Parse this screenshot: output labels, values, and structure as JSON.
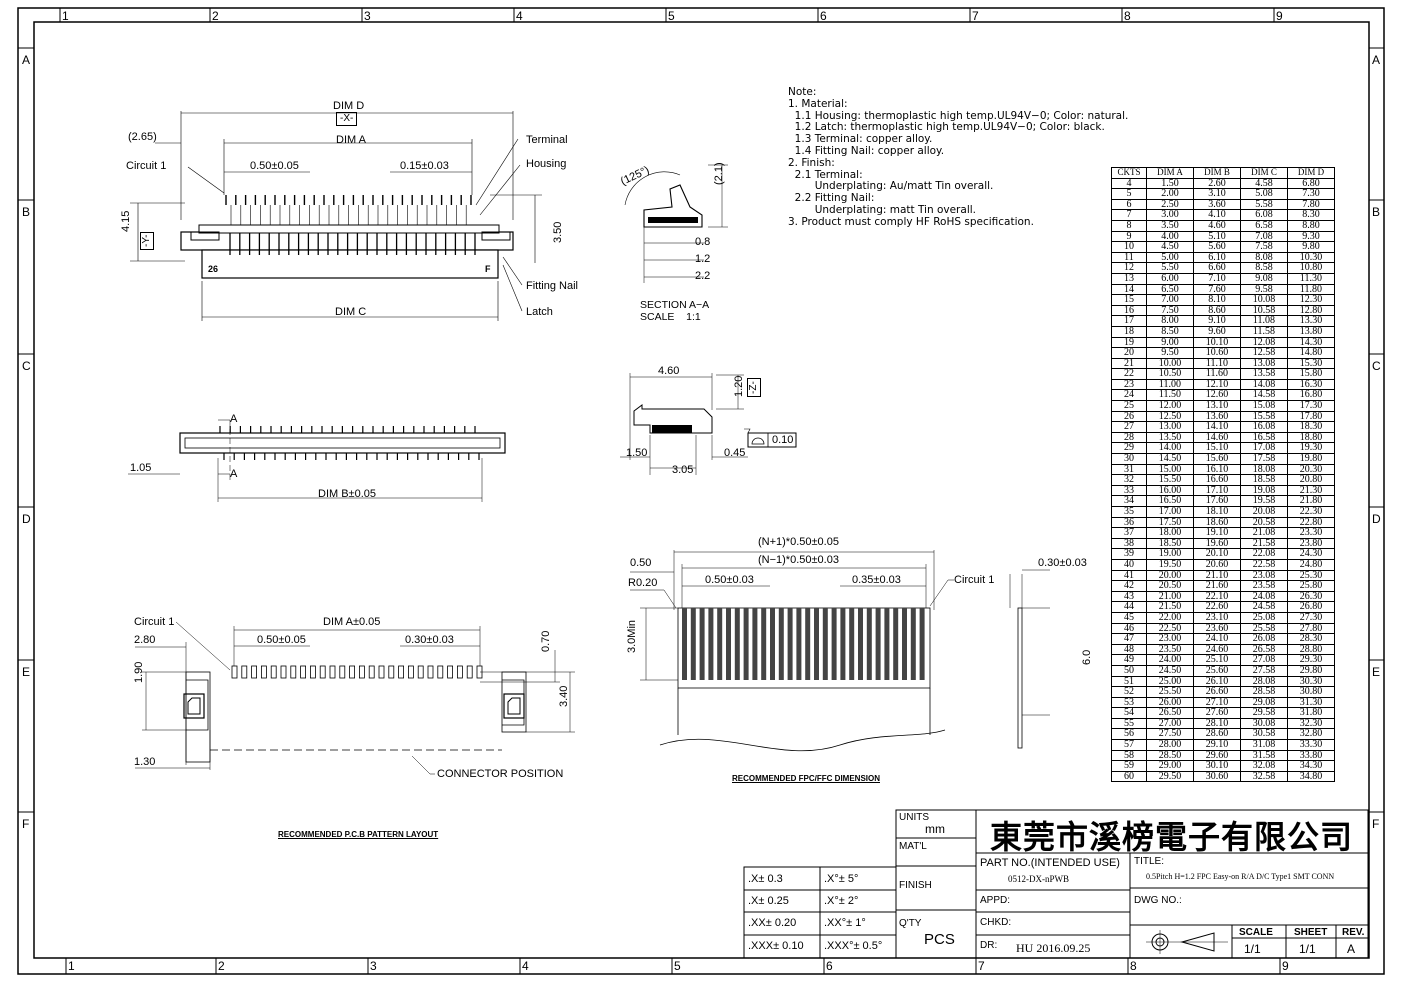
{
  "border": {
    "top_numbers": [
      "1",
      "2",
      "3",
      "4",
      "5",
      "6",
      "7",
      "8",
      "9"
    ],
    "bottom_numbers": [
      "1",
      "2",
      "3",
      "4",
      "5",
      "6",
      "7",
      "8",
      "9"
    ],
    "side_letters": [
      "A",
      "B",
      "C",
      "D",
      "E",
      "F"
    ]
  },
  "views": {
    "front": {
      "dim_d": "DIM D",
      "datum_x": "-X-",
      "dim_a": "DIM A",
      "offset": "(2.65)",
      "circuit1": "Circuit 1",
      "pitch": "0.50±0.05",
      "width": "0.15±0.03",
      "terminal": "Terminal",
      "housing": "Housing",
      "h415": "4.15",
      "datum_y": "-Y-",
      "h350": "3.50",
      "pin_26": "26",
      "pin_f": "F",
      "fitting_nail": "Fitting Nail",
      "latch": "Latch",
      "dim_c": "DIM C"
    },
    "section": {
      "angle": "(125°)",
      "h21": "(2.1)",
      "d08": "0.8",
      "d12": "1.2",
      "d22": "2.2",
      "title": "SECTION A−A",
      "scale": "SCALE    1:1"
    },
    "bottom": {
      "a_label": "A",
      "d105": "1.05",
      "dim_b": "DIM B±0.05"
    },
    "side": {
      "w460": "4.60",
      "h120": "1.20",
      "datum_z": "-Z-",
      "flat": "0.10",
      "d150": "1.50",
      "d045": "0.45",
      "d305": "3.05"
    },
    "pcb": {
      "circuit1": "Circuit 1",
      "dim_a": "DIM A±0.05",
      "d280": "2.80",
      "pitch": "0.50±0.05",
      "width": "0.30±0.03",
      "h070": "0.70",
      "h190": "1.90",
      "h340": "3.40",
      "d130": "1.30",
      "connector_position": "CONNECTOR POSITION",
      "title": "RECOMMENDED P.C.B PATTERN LAYOUT"
    },
    "fpc": {
      "n1plus": "(N+1)*0.50±0.05",
      "n1minus": "(N−1)*0.50±0.03",
      "d050": "0.50",
      "r020": "R0.20",
      "pitch": "0.50±0.03",
      "width": "0.35±0.03",
      "circuit1": "Circuit 1",
      "h30min": "3.0Min",
      "thick": "0.30±0.03",
      "h60": "6.0",
      "title": "RECOMMENDED FPC/FFC DIMENSION"
    }
  },
  "notes": [
    "Note:",
    "1. Material:",
    "  1.1 Housing: thermoplastic high temp.UL94V−0; Color: natural.",
    "  1.2 Latch: thermoplastic high temp.UL94V−0; Color: black.",
    "  1.3 Terminal: copper alloy.",
    "  1.4 Fitting Nail: copper alloy.",
    "2. Finish:",
    "  2.1 Terminal:",
    "        Underplating: Au/matt Tin overall.",
    "  2.2 Fitting Nail:",
    "        Underplating: matt Tin overall.",
    "3. Product must comply HF RoHS specification."
  ],
  "dim_table": {
    "headers": [
      "CKTS",
      "DIM A",
      "DIM B",
      "DIM C",
      "DIM D"
    ],
    "rows": [
      [
        "4",
        "1.50",
        "2.60",
        "4.58",
        "6.80"
      ],
      [
        "5",
        "2.00",
        "3.10",
        "5.08",
        "7.30"
      ],
      [
        "6",
        "2.50",
        "3.60",
        "5.58",
        "7.80"
      ],
      [
        "7",
        "3.00",
        "4.10",
        "6.08",
        "8.30"
      ],
      [
        "8",
        "3.50",
        "4.60",
        "6.58",
        "8.80"
      ],
      [
        "9",
        "4.00",
        "5.10",
        "7.08",
        "9.30"
      ],
      [
        "10",
        "4.50",
        "5.60",
        "7.58",
        "9.80"
      ],
      [
        "11",
        "5.00",
        "6.10",
        "8.08",
        "10.30"
      ],
      [
        "12",
        "5.50",
        "6.60",
        "8.58",
        "10.80"
      ],
      [
        "13",
        "6.00",
        "7.10",
        "9.08",
        "11.30"
      ],
      [
        "14",
        "6.50",
        "7.60",
        "9.58",
        "11.80"
      ],
      [
        "15",
        "7.00",
        "8.10",
        "10.08",
        "12.30"
      ],
      [
        "16",
        "7.50",
        "8.60",
        "10.58",
        "12.80"
      ],
      [
        "17",
        "8.00",
        "9.10",
        "11.08",
        "13.30"
      ],
      [
        "18",
        "8.50",
        "9.60",
        "11.58",
        "13.80"
      ],
      [
        "19",
        "9.00",
        "10.10",
        "12.08",
        "14.30"
      ],
      [
        "20",
        "9.50",
        "10.60",
        "12.58",
        "14.80"
      ],
      [
        "21",
        "10.00",
        "11.10",
        "13.08",
        "15.30"
      ],
      [
        "22",
        "10.50",
        "11.60",
        "13.58",
        "15.80"
      ],
      [
        "23",
        "11.00",
        "12.10",
        "14.08",
        "16.30"
      ],
      [
        "24",
        "11.50",
        "12.60",
        "14.58",
        "16.80"
      ],
      [
        "25",
        "12.00",
        "13.10",
        "15.08",
        "17.30"
      ],
      [
        "26",
        "12.50",
        "13.60",
        "15.58",
        "17.80"
      ],
      [
        "27",
        "13.00",
        "14.10",
        "16.08",
        "18.30"
      ],
      [
        "28",
        "13.50",
        "14.60",
        "16.58",
        "18.80"
      ],
      [
        "29",
        "14.00",
        "15.10",
        "17.08",
        "19.30"
      ],
      [
        "30",
        "14.50",
        "15.60",
        "17.58",
        "19.80"
      ],
      [
        "31",
        "15.00",
        "16.10",
        "18.08",
        "20.30"
      ],
      [
        "32",
        "15.50",
        "16.60",
        "18.58",
        "20.80"
      ],
      [
        "33",
        "16.00",
        "17.10",
        "19.08",
        "21.30"
      ],
      [
        "34",
        "16.50",
        "17.60",
        "19.58",
        "21.80"
      ],
      [
        "35",
        "17.00",
        "18.10",
        "20.08",
        "22.30"
      ],
      [
        "36",
        "17.50",
        "18.60",
        "20.58",
        "22.80"
      ],
      [
        "37",
        "18.00",
        "19.10",
        "21.08",
        "23.30"
      ],
      [
        "38",
        "18.50",
        "19.60",
        "21.58",
        "23.80"
      ],
      [
        "39",
        "19.00",
        "20.10",
        "22.08",
        "24.30"
      ],
      [
        "40",
        "19.50",
        "20.60",
        "22.58",
        "24.80"
      ],
      [
        "41",
        "20.00",
        "21.10",
        "23.08",
        "25.30"
      ],
      [
        "42",
        "20.50",
        "21.60",
        "23.58",
        "25.80"
      ],
      [
        "43",
        "21.00",
        "22.10",
        "24.08",
        "26.30"
      ],
      [
        "44",
        "21.50",
        "22.60",
        "24.58",
        "26.80"
      ],
      [
        "45",
        "22.00",
        "23.10",
        "25.08",
        "27.30"
      ],
      [
        "46",
        "22.50",
        "23.60",
        "25.58",
        "27.80"
      ],
      [
        "47",
        "23.00",
        "24.10",
        "26.08",
        "28.30"
      ],
      [
        "48",
        "23.50",
        "24.60",
        "26.58",
        "28.80"
      ],
      [
        "49",
        "24.00",
        "25.10",
        "27.08",
        "29.30"
      ],
      [
        "50",
        "24.50",
        "25.60",
        "27.58",
        "29.80"
      ],
      [
        "51",
        "25.00",
        "26.10",
        "28.08",
        "30.30"
      ],
      [
        "52",
        "25.50",
        "26.60",
        "28.58",
        "30.80"
      ],
      [
        "53",
        "26.00",
        "27.10",
        "29.08",
        "31.30"
      ],
      [
        "54",
        "26.50",
        "27.60",
        "29.58",
        "31.80"
      ],
      [
        "55",
        "27.00",
        "28.10",
        "30.08",
        "32.30"
      ],
      [
        "56",
        "27.50",
        "28.60",
        "30.58",
        "32.80"
      ],
      [
        "57",
        "28.00",
        "29.10",
        "31.08",
        "33.30"
      ],
      [
        "58",
        "28.50",
        "29.60",
        "31.58",
        "33.80"
      ],
      [
        "59",
        "29.00",
        "30.10",
        "32.08",
        "34.30"
      ],
      [
        "60",
        "29.50",
        "30.60",
        "32.58",
        "34.80"
      ]
    ]
  },
  "title_block": {
    "units_label": "UNITS",
    "units_value": "mm",
    "matl_label": "MAT'L",
    "finish_label": "FINISH",
    "qty_label": "Q'TY",
    "qty_value": "PCS",
    "tolerances": [
      [
        ".X± 0.3",
        ".X°± 5°"
      ],
      [
        ".X± 0.25",
        ".X°± 2°"
      ],
      [
        ".XX± 0.20",
        ".XX°± 1°"
      ],
      [
        ".XXX± 0.10",
        ".XXX°± 0.5°"
      ]
    ],
    "company": "東莞市溪榜電子有限公司",
    "part_no_label": "PART NO.(INTENDED USE)",
    "part_no_value": "0512-DX-nPWB",
    "title_label": "TITLE:",
    "title_value": "0.5Pitch H=1.2 FPC Easy-on R/A D/C Type1 SMT CONN",
    "appd_label": "APPD:",
    "dwg_label": "DWG NO.:",
    "chkd_label": "CHKD:",
    "dr_label": "DR:",
    "dr_value": "HU 2016.09.25",
    "scale_label": "SCALE",
    "scale_value": "1/1",
    "sheet_label": "SHEET",
    "sheet_value": "1/1",
    "rev_label": "REV.",
    "rev_value": "A"
  }
}
